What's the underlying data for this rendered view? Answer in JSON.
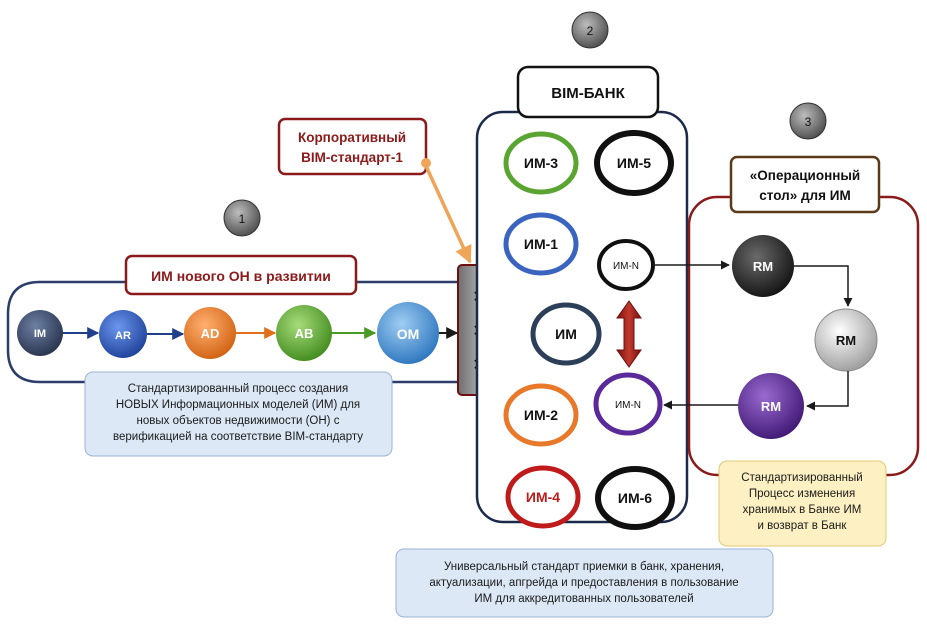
{
  "badges": {
    "b1": "1",
    "b2": "2",
    "b3": "3"
  },
  "corporate_standard": {
    "line1": "Корпоративный",
    "line2": "BIM-стандарт-1"
  },
  "process_title": "ИМ нового ОН в развитии",
  "process_nodes": [
    "IM",
    "AR",
    "AD",
    "AB",
    "OM"
  ],
  "process_caption": [
    "Стандартизированный процесс создания",
    "НОВЫХ Информационных моделей (ИМ) для",
    "новых объектов недвижимости (ОН) с",
    "верификацией на соответствие BIM-стандарту"
  ],
  "gate_marks": [
    "✕",
    "✕",
    "✕"
  ],
  "bank": {
    "title": "BIM-БАНК",
    "models": [
      "ИМ-3",
      "ИМ-5",
      "ИМ-1",
      "ИМ-N",
      "ИМ",
      "ИМ-2",
      "ИМ-N",
      "ИМ-4",
      "ИМ-6"
    ],
    "caption": [
      "Универсальный стандарт приемки в банк, хранения,",
      "актуализации, апгрейда и предоставления в пользование",
      "ИМ для аккредитованных пользователей"
    ]
  },
  "desk": {
    "title_line1": "«Операционный",
    "title_line2": "стол» для ИМ",
    "nodes": [
      "RM",
      "RM",
      "RM"
    ],
    "caption": [
      "Стандартизированный",
      "Процесс изменения",
      "хранимых в Банке ИМ",
      "и возврат в Банк"
    ]
  },
  "colors": {
    "frame_dark_red": "#8b1a1a",
    "frame_navy": "#1c2a4a",
    "process_frame": "#2a3d6b",
    "note_blue": "#dce8f6",
    "note_yellow": "#fdf0c2",
    "arrow_orange": "#f0a458",
    "node_im": "#3a4a6a",
    "node_ar": "#2e5bbf",
    "node_ad": "#ec7a22",
    "node_ab": "#6ab23a",
    "node_om": "#3f92d6",
    "ring_green": "#5aa532",
    "ring_blue": "#3a64c0",
    "ring_slate": "#2c3e58",
    "ring_orange": "#e8782a",
    "ring_red": "#c01b1b",
    "ring_purple": "#5a2a9a",
    "ring_black": "#101010"
  }
}
